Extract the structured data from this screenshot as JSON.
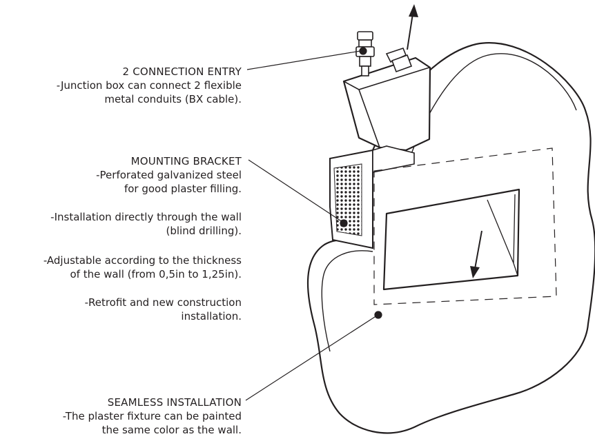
{
  "callouts": [
    {
      "heading": "2 CONNECTION ENTRY",
      "lines": [
        "-Junction box can connect 2 flexible",
        "metal conduits (BX cable)."
      ]
    },
    {
      "heading": "MOUNTING BRACKET",
      "lines": [
        "-Perforated galvanized steel",
        "for good plaster filling."
      ]
    },
    {
      "heading": "",
      "lines": [
        "-Installation directly through the wall",
        "(blind drilling)."
      ]
    },
    {
      "heading": "",
      "lines": [
        "-Adjustable according to the thickness",
        "of the wall (from 0,5in to 1,25in)."
      ]
    },
    {
      "heading": "",
      "lines": [
        "-Retrofit and new construction",
        "installation."
      ]
    },
    {
      "heading": "SEAMLESS INSTALLATION",
      "lines": [
        "-The plaster fixture can be painted",
        "the same color as the wall."
      ]
    }
  ]
}
